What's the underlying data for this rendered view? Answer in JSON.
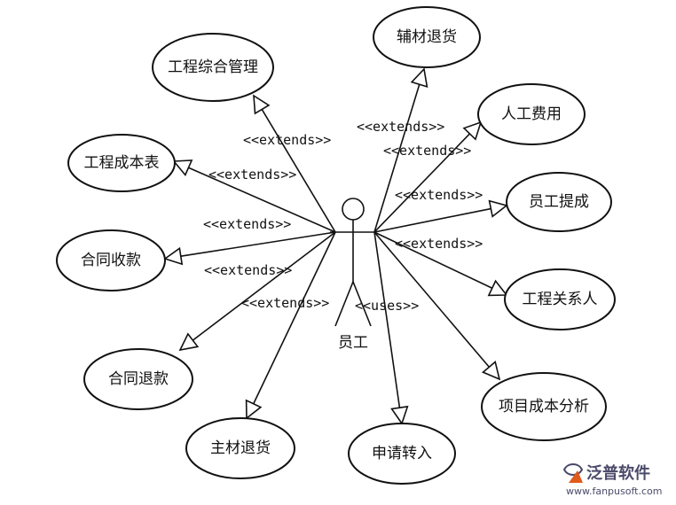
{
  "actor": {
    "label": "员工"
  },
  "use_cases": [
    {
      "id": "gongcheng-zonghe-guanli",
      "label": "工程综合管理"
    },
    {
      "id": "fucai-tuihuo",
      "label": "辅材退货"
    },
    {
      "id": "rengong-feiyong",
      "label": "人工费用"
    },
    {
      "id": "gongcheng-chengben-biao",
      "label": "工程成本表"
    },
    {
      "id": "yuangong-ticheng",
      "label": "员工提成"
    },
    {
      "id": "hetong-shoukuan",
      "label": "合同收款"
    },
    {
      "id": "gongcheng-guanxiren",
      "label": "工程关系人"
    },
    {
      "id": "hetong-tuikuan",
      "label": "合同退款"
    },
    {
      "id": "xiangmu-chengben-fenxi",
      "label": "项目成本分析"
    },
    {
      "id": "zhucai-tuihuo",
      "label": "主材退货"
    },
    {
      "id": "shenqing-zhuanru",
      "label": "申请转入"
    }
  ],
  "relations": [
    {
      "target": "gongcheng-zonghe-guanli",
      "stereotype": "<<extends>>"
    },
    {
      "target": "fucai-tuihuo",
      "stereotype": "<<extends>>"
    },
    {
      "target": "rengong-feiyong",
      "stereotype": "<<extends>>"
    },
    {
      "target": "gongcheng-chengben-biao",
      "stereotype": "<<extends>>"
    },
    {
      "target": "yuangong-ticheng",
      "stereotype": "<<extends>>"
    },
    {
      "target": "hetong-shoukuan",
      "stereotype": "<<extends>>"
    },
    {
      "target": "gongcheng-guanxiren",
      "stereotype": "<<extends>>"
    },
    {
      "target": "hetong-tuikuan",
      "stereotype": "<<extends>>"
    },
    {
      "target": "xiangmu-chengben-fenxi",
      "stereotype": ""
    },
    {
      "target": "zhucai-tuihuo",
      "stereotype": "<<extends>>"
    },
    {
      "target": "shenqing-zhuanru",
      "stereotype": "<<uses>>"
    }
  ],
  "watermark": {
    "brand": "泛普软件",
    "url": "www.fanpusoft.com",
    "icon": "fanpu-logo-icon",
    "color": "#4a4a6a"
  }
}
